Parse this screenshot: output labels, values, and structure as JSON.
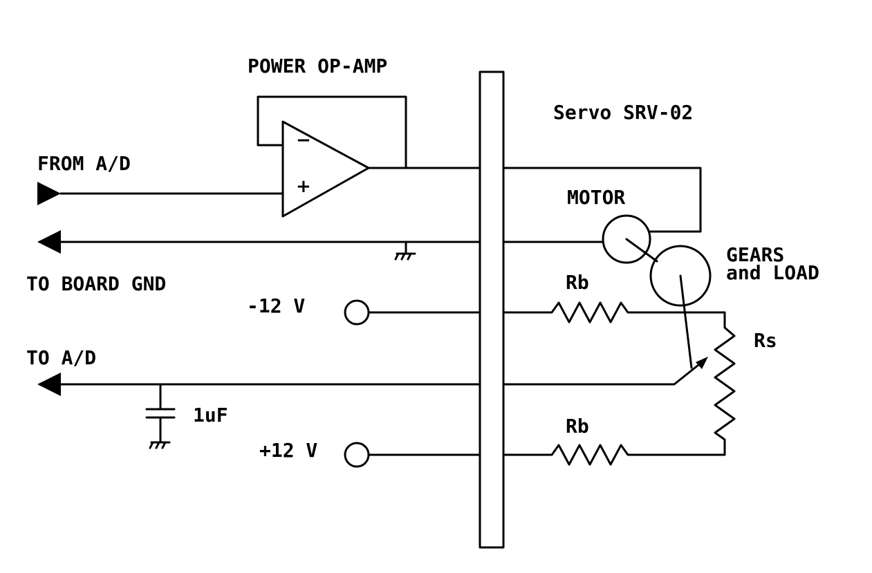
{
  "labels": {
    "power_op_amp": "POWER OP-AMP",
    "servo": "Servo SRV-02",
    "from_ad": "FROM A/D",
    "motor": "MOTOR",
    "gears_line1": "GEARS",
    "gears_line2": "and LOAD",
    "to_board_gnd": "TO BOARD GND",
    "rb_top": "Rb",
    "minus_12v": "-12 V",
    "rs": "Rs",
    "to_ad": "TO A/D",
    "capacitor": "1uF",
    "rb_bottom": "Rb",
    "plus_12v": "+12 V",
    "opamp_minus": "−",
    "opamp_plus": "+"
  }
}
